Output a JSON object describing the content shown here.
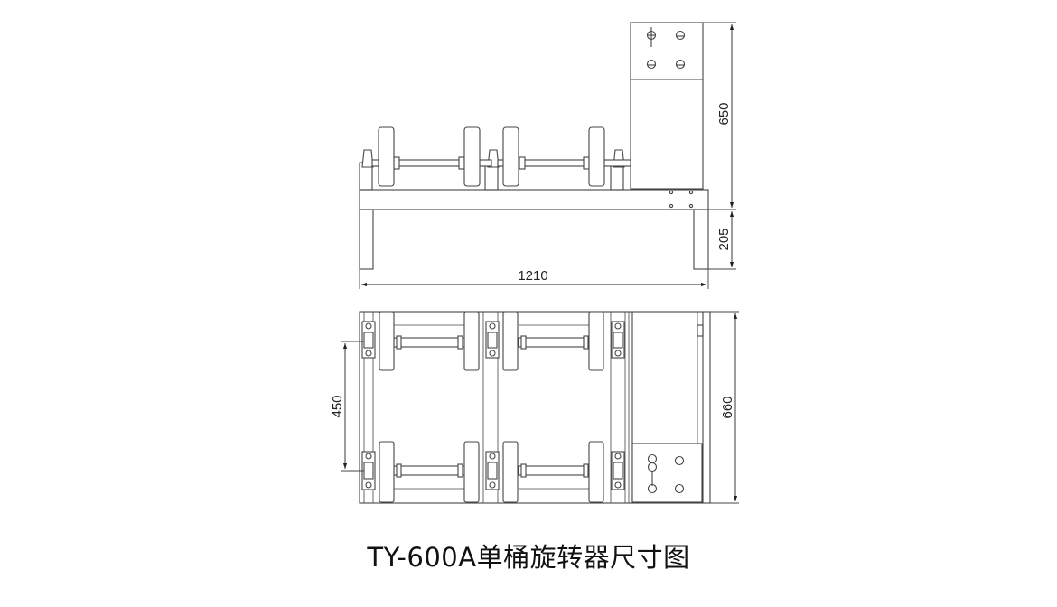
{
  "figure": {
    "caption": "TY-600A单桶旋转器尺寸图",
    "colors": {
      "line": "#444444",
      "frame_fill": "#ffffff",
      "text": "#222222",
      "background": "#ffffff"
    }
  },
  "front_view": {
    "name": "front elevation",
    "dimensions": {
      "overall_length": "1210",
      "control_box_height": "650",
      "leg_height": "205"
    },
    "rollers": 4,
    "bearing_seats": 3,
    "panel_knobs": 4,
    "mounting_holes": 4
  },
  "top_view": {
    "name": "plan view",
    "dimensions": {
      "overall_width": "660",
      "roller_spacing": "450"
    },
    "roller_rows": 2,
    "rollers_per_row": 4,
    "panel_knobs": 4
  }
}
